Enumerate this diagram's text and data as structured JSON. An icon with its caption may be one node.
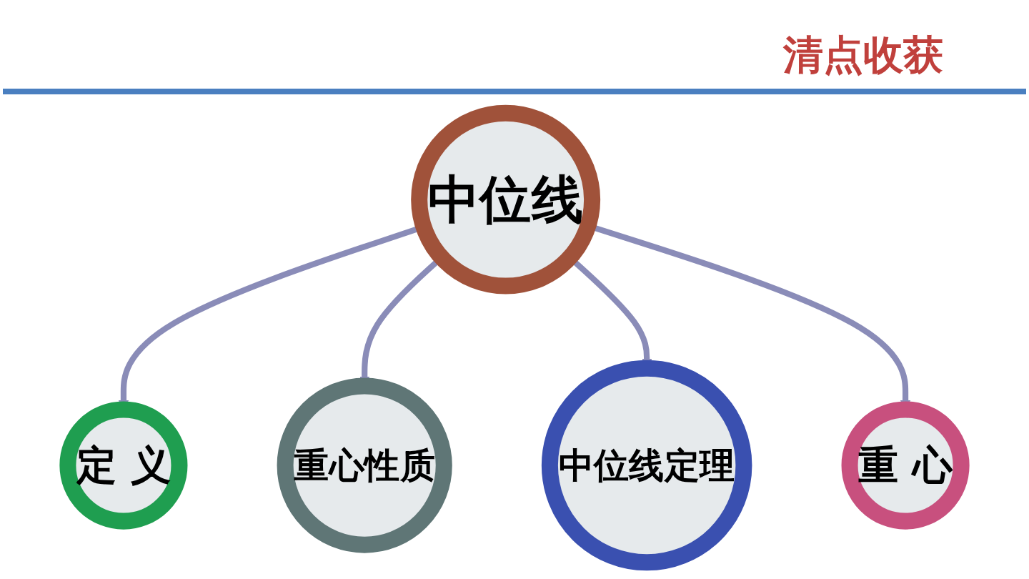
{
  "diagram": {
    "title": "清点收获",
    "nodes": [
      {
        "text": [
          "中位线"
        ]
      },
      {
        "text": [
          "定 义"
        ]
      },
      {
        "text": [
          "重心性质"
        ]
      },
      {
        "text": [
          "中位线定理"
        ]
      },
      {
        "text": [
          "重 心"
        ]
      }
    ],
    "edges": [
      {
        "from": 0,
        "to": 1,
        "arrow": "to"
      },
      {
        "from": 0,
        "to": 2,
        "arrow": "to"
      },
      {
        "from": 0,
        "to": 3,
        "arrow": "to"
      },
      {
        "from": 0,
        "to": 4,
        "arrow": "to"
      }
    ]
  }
}
